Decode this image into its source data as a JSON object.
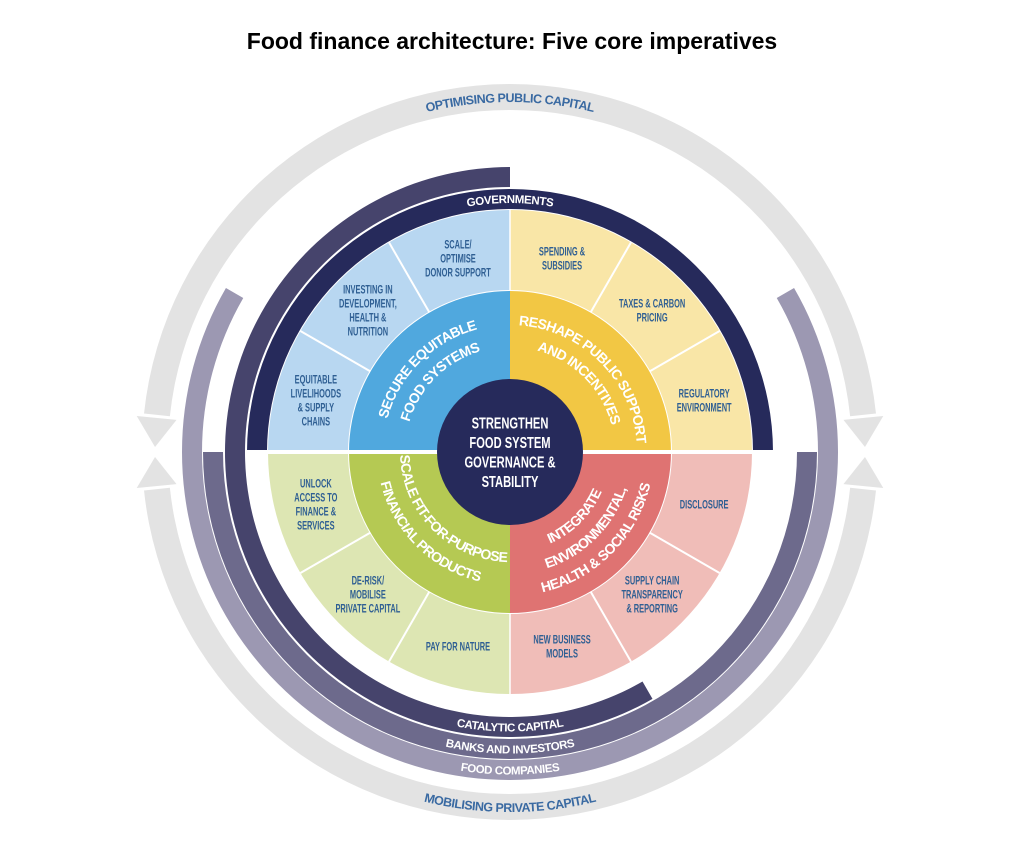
{
  "title": "Food finance architecture: Five core imperatives",
  "center": {
    "lines": [
      "STRENGTHEN",
      "FOOD SYSTEM",
      "GOVERNANCE &",
      "STABILITY"
    ],
    "color": "#262a5b"
  },
  "quadrants": [
    {
      "id": "secure-equitable",
      "name_lines": [
        "SECURE EQUITABLE",
        "FOOD SYSTEMS"
      ],
      "color": "#50a8de",
      "light_color": "#b8d7f1",
      "segments": [
        {
          "lines": [
            "EQUITABLE",
            "LIVELIHOODS",
            "& SUPPLY",
            "CHAINS"
          ]
        },
        {
          "lines": [
            "INVESTING IN",
            "DEVELOPMENT,",
            "HEALTH &",
            "NUTRITION"
          ]
        },
        {
          "lines": [
            "SCALE/",
            "OPTIMISE",
            "DONOR SUPPORT"
          ]
        }
      ]
    },
    {
      "id": "reshape-public-support",
      "name_lines": [
        "RESHAPE PUBLIC SUPPORT",
        "AND INCENTIVES"
      ],
      "color": "#f2c744",
      "light_color": "#f9e6a7",
      "segments": [
        {
          "lines": [
            "SPENDING &",
            "SUBSIDIES"
          ]
        },
        {
          "lines": [
            "TAXES & CARBON",
            "PRICING"
          ]
        },
        {
          "lines": [
            "REGULATORY",
            "ENVIRONMENT"
          ]
        }
      ]
    },
    {
      "id": "scale-fit-for-purpose",
      "name_lines": [
        "SCALE FIT-FOR-PURPOSE",
        "FINANCIAL PRODUCTS"
      ],
      "color": "#b5c953",
      "light_color": "#dde6b3",
      "segments": [
        {
          "lines": [
            "UNLOCK",
            "ACCESS TO",
            "FINANCE &",
            "SERVICES"
          ]
        },
        {
          "lines": [
            "DE-RISK/",
            "MOBILISE",
            "PRIVATE CAPITAL"
          ]
        },
        {
          "lines": [
            "PAY FOR NATURE"
          ]
        }
      ]
    },
    {
      "id": "integrate-risks",
      "name_lines": [
        "INTEGRATE",
        "ENVIRONMENTAL,",
        "HEALTH & SOCIAL RISKS"
      ],
      "color": "#df7372",
      "light_color": "#f0bdb8",
      "segments": [
        {
          "lines": [
            "NEW BUSINESS",
            "MODELS"
          ]
        },
        {
          "lines": [
            "SUPPLY CHAIN",
            "TRANSPARENCY",
            "& REPORTING"
          ]
        },
        {
          "lines": [
            "DISCLOSURE"
          ]
        }
      ]
    }
  ],
  "bands": {
    "governments": {
      "label": "GOVERNMENTS",
      "color": "#262a5b"
    },
    "catalytic": {
      "label": "CATALYTIC CAPITAL",
      "color": "#46446c"
    },
    "banks": {
      "label": "BANKS AND INVESTORS",
      "color": "#6d6a8c"
    },
    "food": {
      "label": "FOOD COMPANIES",
      "color": "#9c98b2"
    }
  },
  "flows": {
    "top": {
      "label": "OPTIMISING PUBLIC CAPITAL"
    },
    "bottom": {
      "label": "MOBILISING PRIVATE CAPITAL"
    },
    "color": "#e3e3e3",
    "text_color": "#3a6aa2"
  },
  "segment_text_color": "#2f5f93"
}
